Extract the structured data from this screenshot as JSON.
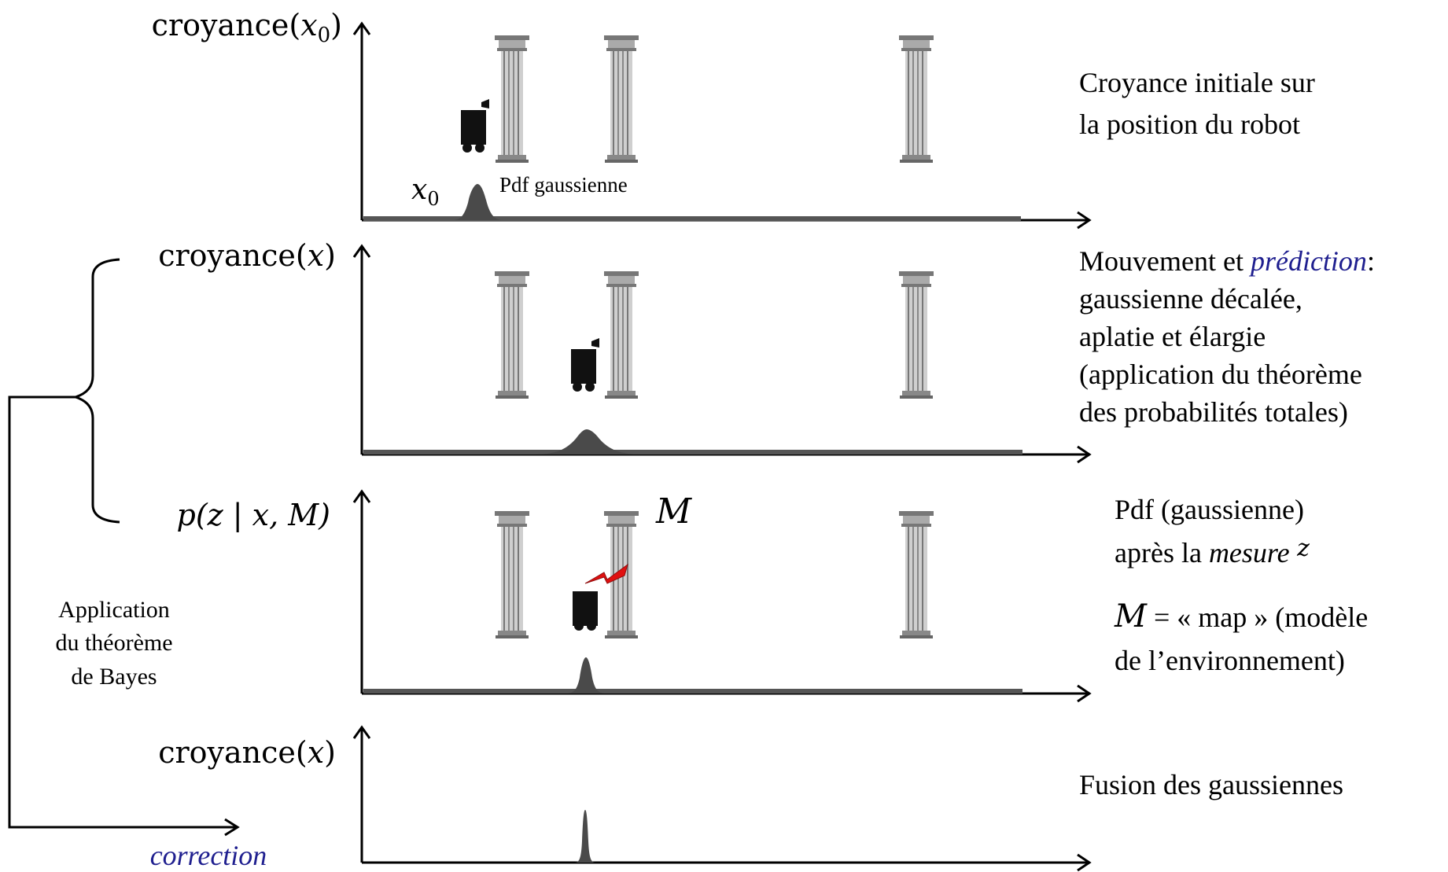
{
  "panels": [
    {
      "ylabel_fn": "croyance(",
      "ylabel_var": "x",
      "ylabel_sub": "0",
      "ylabel_close": ")",
      "curve_label_var": "x",
      "curve_label_sub": "0",
      "curve_note": "Pdf gaussienne",
      "description": [
        "Croyance initiale sur",
        "la position du robot"
      ]
    },
    {
      "ylabel_fn": "croyance(",
      "ylabel_var": "x",
      "ylabel_close": ")",
      "description_l1_a": "Mouvement et ",
      "description_l1_em": "prédiction",
      "description_l1_b": ":",
      "description": [
        "gaussienne décalée,",
        "aplatie et élargie",
        "(application du théorème",
        "des probabilités totales)"
      ]
    },
    {
      "ylabel_text": "p(z | x, M)",
      "map_label": "M",
      "description_l1": "Pdf (gaussienne)",
      "description_l2_a": "après la ",
      "description_l2_em": "mesure",
      "description_l2_var": " z",
      "description_l3_var": "M",
      "description_l3_rest": " = « map » (modèle",
      "description_l4": "de l’environnement)"
    },
    {
      "ylabel_fn": "croyance(",
      "ylabel_var": "x",
      "ylabel_close": ")",
      "description": [
        "Fusion des gaussiennes"
      ]
    }
  ],
  "bayes_label": [
    "Application",
    "du théorème",
    "de Bayes"
  ],
  "correction_label": "correction",
  "icons": [
    "pillar-icon",
    "robot-icon",
    "sensor-beam-icon"
  ],
  "colors": {
    "accent_blue": "#1f1f8f",
    "beam_red": "#e01010",
    "pillar": "#8a8a8a"
  }
}
